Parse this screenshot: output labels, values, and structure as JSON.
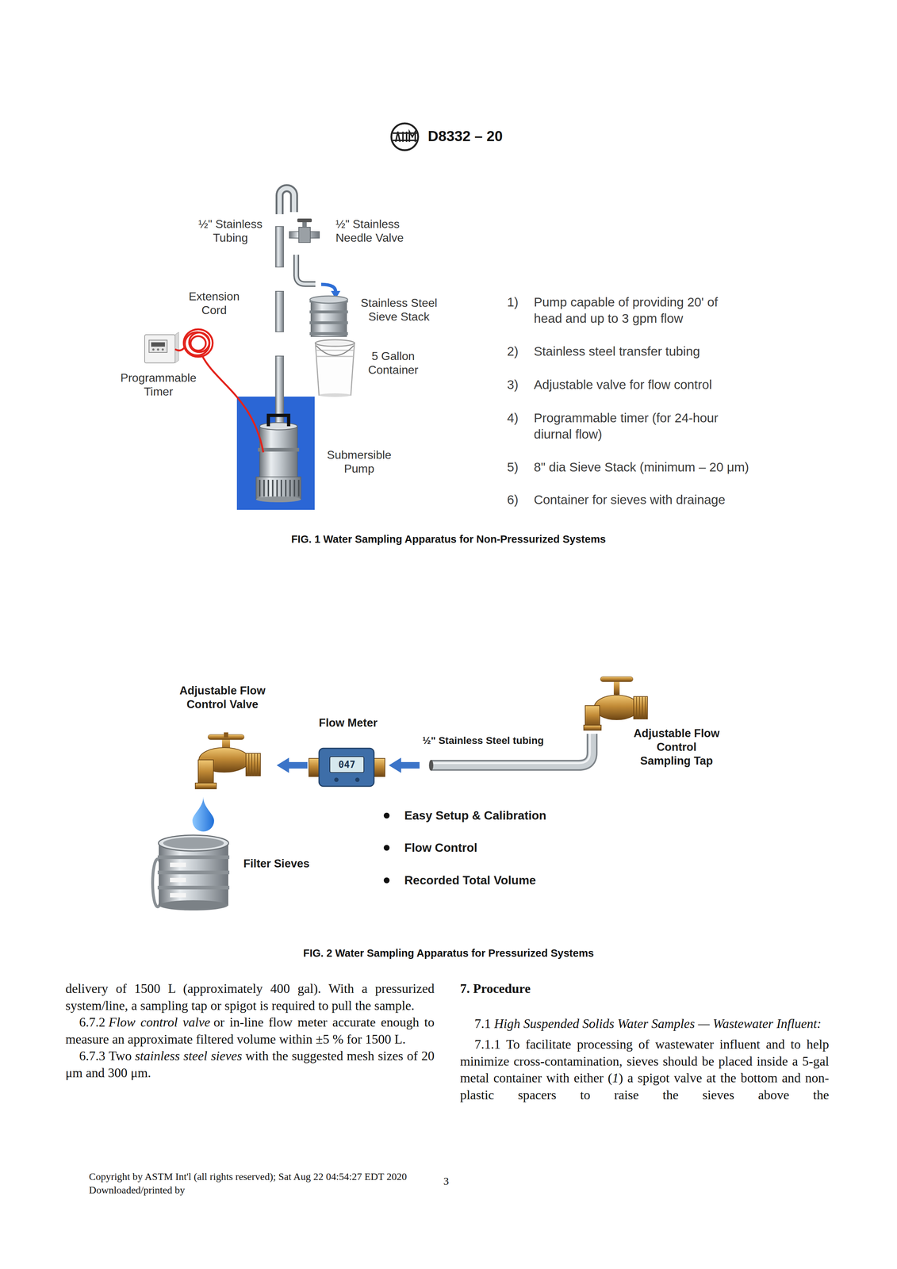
{
  "diagram": {
    "nodes": [
      {
        "text": [
          "Adjustable Flow Control Valve"
        ]
      },
      {
        "text": [
          "Flow Meter"
        ]
      },
      {
        "text": [
          "½\" Stainless Steel tubing"
        ]
      },
      {
        "text": [
          "Adjustable Flow Control Sampling Tap"
        ]
      },
      {
        "text": [
          "Filter Sieves"
        ]
      }
    ],
    "edges": [
      {
        "from": 2,
        "to": 1,
        "arrow": "to"
      },
      {
        "from": 1,
        "to": 0,
        "arrow": "to"
      }
    ],
    "labels": [
      "D8332 – 20",
      "½\" Stainless Tubing",
      "½\" Stainless Needle Valve",
      "Extension Cord",
      "Stainless Steel Sieve Stack",
      "5 Gallon Container",
      "Programmable Timer",
      "Submersible Pump",
      "1)",
      "Pump capable of providing 20' of head and up to 3 gpm flow",
      "2)",
      "Stainless steel transfer tubing",
      "3)",
      "Adjustable valve for flow control",
      "4)",
      "Programmable timer (for 24-hour diurnal flow)",
      "5)",
      "8\" dia Sieve Stack (minimum – 20 μm)",
      "6)",
      "Container for sieves with drainage",
      "FIG. 1 Water Sampling Apparatus for Non-Pressurized Systems",
      "047",
      "Easy Setup & Calibration",
      "Flow Control",
      "Recorded Total Volume",
      "FIG. 2 Water Sampling Apparatus for Pressurized Systems",
      "delivery of 1500 L (approximately 400 gal). With a pressurized system/line, a sampling tap or spigot is required to pull the sample.",
      "6.7.2",
      "Flow control valve",
      "or in-line flow meter accurate enough to measure an approximate filtered volume within ±5 % for 1500 L.",
      "6.7.3 Two",
      "stainless steel sieves",
      "with the suggested mesh sizes of 20 μm and 300 μm.",
      "7. Procedure",
      "7.1",
      "High Suspended Solids Water Samples — Wastewater Influent:",
      "7.1.1 To facilitate processing of wastewater influent and to help minimize cross-contamination, sieves should be placed inside a 5-gal metal container with either (",
      "1",
      ") a spigot valve at the bottom and non-plastic spacers to raise the sieves above the",
      "Copyright by ASTM Int'l (all rights reserved); Sat Aug 22 04:54:27 EDT 2020",
      "3",
      "Downloaded/printed by"
    ]
  }
}
